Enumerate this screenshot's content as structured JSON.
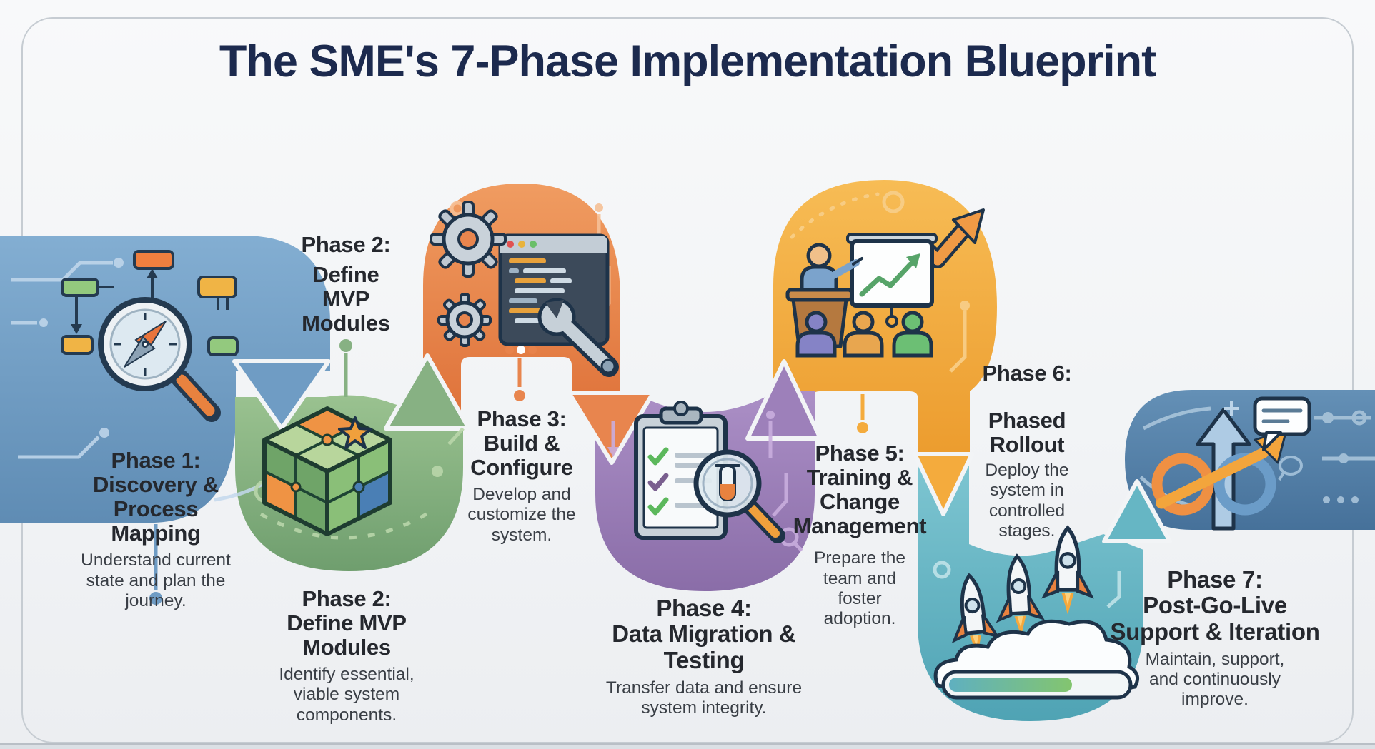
{
  "title": "The SME's 7-Phase Implementation Blueprint",
  "phases": [
    {
      "label": "Phase 1:",
      "name": "Discovery & Process Mapping",
      "description": "Understand current state and plan the journey.",
      "icon": "compass-magnifier-flowchart",
      "color": "#6f9cc4"
    },
    {
      "label": "Phase 2:",
      "name": "Define MVP Modules",
      "description": "Identify essential, viable system components.",
      "icon": "puzzle-cube-star",
      "color": "#87b183"
    },
    {
      "label": "Phase 3:",
      "name": "Build & Configure",
      "description": "Develop and customize the system.",
      "icon": "gears-code-wrench",
      "color": "#e8854e"
    },
    {
      "label": "Phase 4:",
      "name": "Data Migration & Testing",
      "description": "Transfer data and ensure system integrity.",
      "icon": "checklist-magnifier",
      "color": "#9d80ba"
    },
    {
      "label": "Phase 5:",
      "name": "Training & Change Management",
      "description": "Prepare the team and foster adoption.",
      "icon": "presentation-team-growth",
      "color": "#f4ab3d"
    },
    {
      "label": "Phase 6:",
      "name": "Phased Rollout",
      "description": "Deploy the system in controlled stages.",
      "icon": "rockets-launch-progress",
      "color": "#66b6c4"
    },
    {
      "label": "Phase 7:",
      "name": "Post-Go-Live Support & Iteration",
      "description": "Maintain, support, and continuously improve.",
      "icon": "infinity-loop-support",
      "color": "#537fa7"
    }
  ],
  "colors": {
    "background": "#f2f4f6",
    "title": "#1c2a4e",
    "heading_text": "#25282e",
    "body_text": "#393e45",
    "outline": "#1e3349",
    "phase1_blue": "#6f9cc4",
    "phase2_green": "#87b183",
    "phase3_orange": "#e8854e",
    "phase4_purple": "#9d80ba",
    "phase5_amber": "#f4ab3d",
    "phase6_teal": "#66b6c4",
    "phase7_steel_blue": "#537fa7"
  }
}
